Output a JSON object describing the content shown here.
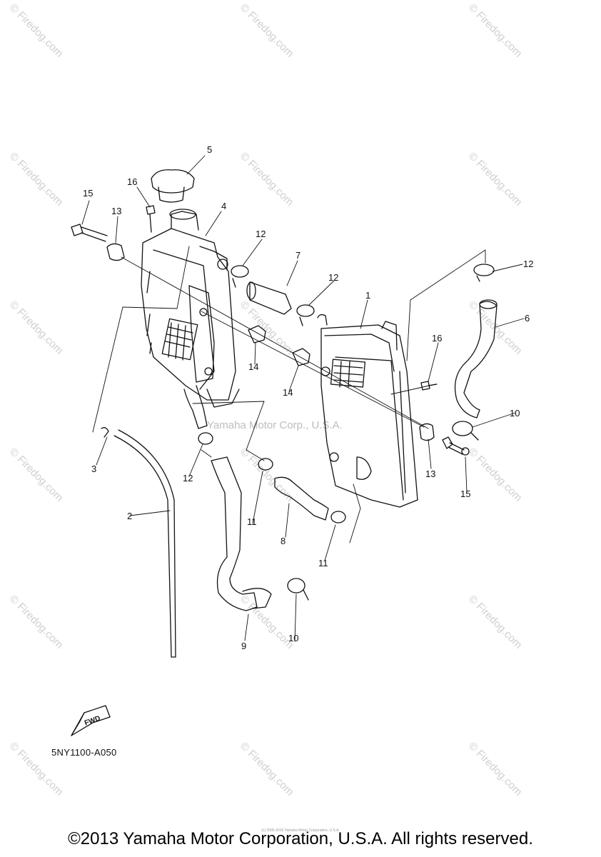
{
  "diagram": {
    "part_labels": {
      "p1": "1",
      "p2": "2",
      "p3": "3",
      "p4": "4",
      "p5": "5",
      "p6": "6",
      "p7": "7",
      "p8": "8",
      "p9": "9",
      "p10a": "10",
      "p10b": "10",
      "p11a": "11",
      "p11b": "11",
      "p12a": "12",
      "p12b": "12",
      "p12c": "12",
      "p12d": "12",
      "p13a": "13",
      "p13b": "13",
      "p14a": "14",
      "p14b": "14",
      "p15a": "15",
      "p15b": "15",
      "p16a": "16",
      "p16b": "16"
    },
    "fwd_label": "FWD",
    "diagram_code": "5NY1100-A050"
  },
  "watermarks": {
    "repeat_text": "© Firedog.com",
    "middle_text": "Yamaha Motor Corp., U.S.A.",
    "tiny_text": "(c) 2005-2016 Yamaha Motor Corporation, U.S.A."
  },
  "footer": {
    "copyright": "©2013 Yamaha Motor Corporation, U.S.A. All rights reserved."
  }
}
